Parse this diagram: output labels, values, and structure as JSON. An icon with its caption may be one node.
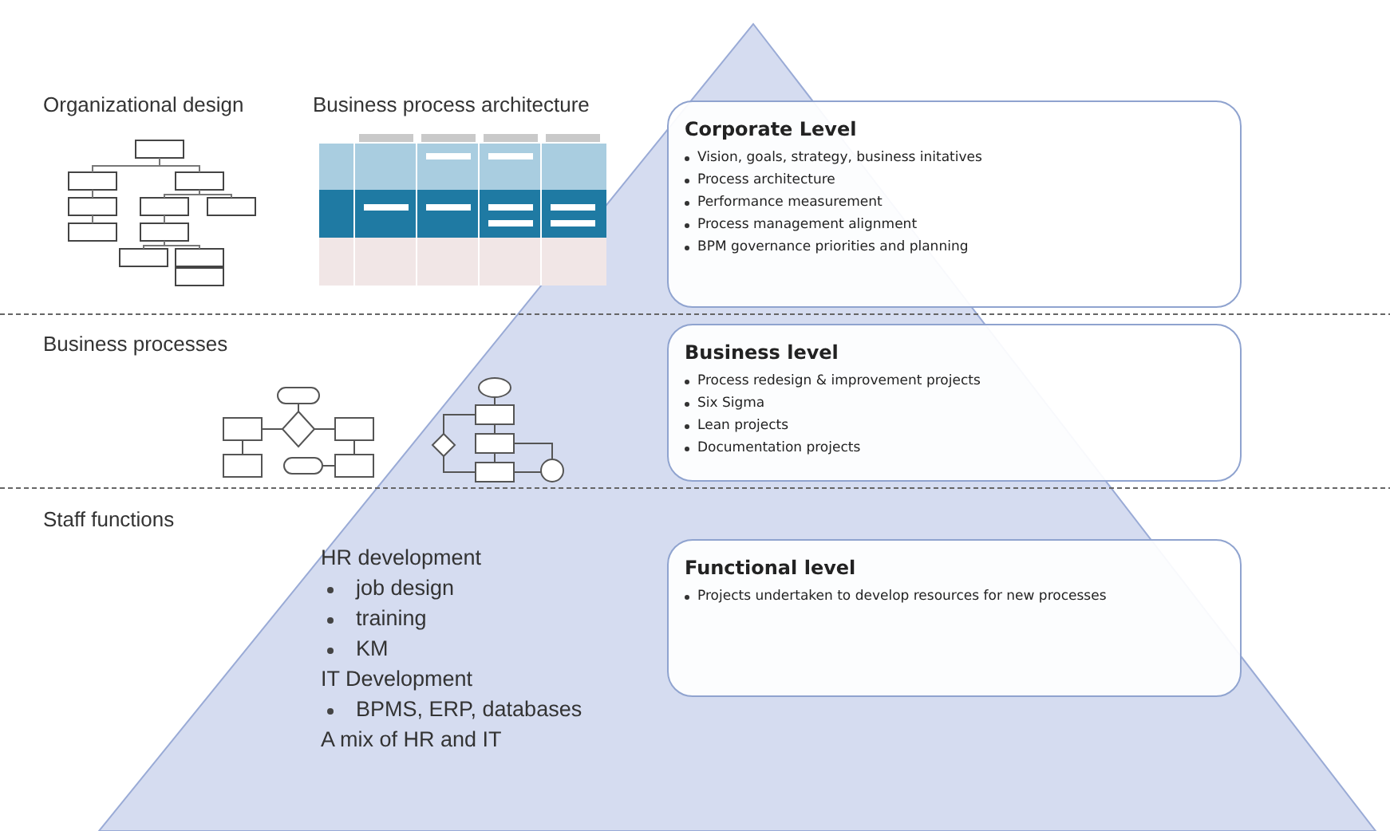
{
  "diagram": {
    "nodes": [
      {
        "text": [
          "Corporate Level",
          "Vision, goals, strategy, business initatives",
          "Process architecture",
          "Performance measurement",
          "Process management alignment",
          "BPM governance priorities and planning"
        ]
      },
      {
        "text": [
          "Business level",
          "Process redesign & improvement projects",
          "Six Sigma",
          "Lean projects",
          "Documentation projects"
        ]
      },
      {
        "text": [
          "Functional level",
          "Projects undertaken to develop resources for new processes"
        ]
      }
    ],
    "edges": [],
    "labels": [
      "Organizational design",
      "Business process architecture",
      "Business processes",
      "Staff functions",
      "HR development",
      "job design",
      "training",
      "KM",
      "IT Development",
      "BPMS, ERP, databases",
      "A mix of HR and IT"
    ]
  }
}
